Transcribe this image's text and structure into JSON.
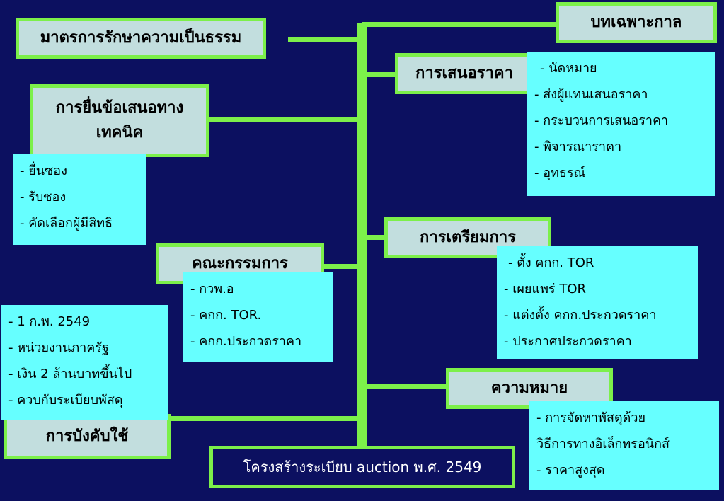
{
  "diagram": {
    "title": "โครงสร้างระเบียบ auction พ.ศ. 2549",
    "nodes": {
      "fairness": {
        "label": "มาตรการรักษาความเป็นธรรม"
      },
      "transitional": {
        "label": "บทเฉพาะกาล"
      },
      "bidding": {
        "label": "การเสนอราคา",
        "items": [
          "- นัดหมาย",
          "- ส่งผู้แทนเสนอราคา",
          "- กระบวนการเสนอราคา",
          "- พิจารณาราคา",
          "- อุทธรณ์"
        ]
      },
      "technical": {
        "label_line1": "การยื่นข้อเสนอทาง",
        "label_line2": "เทคนิค",
        "items": [
          "- ยื่นซอง",
          "- รับซอง",
          "- คัดเลือกผู้มีสิทธิ"
        ]
      },
      "preparation": {
        "label": "การเตรียมการ",
        "items": [
          "- ตั้ง คกก. TOR",
          "- เผยแพร่ TOR",
          "- แต่งตั้ง คกก.ประกวดราคา",
          "- ประกาศประกวดราคา"
        ]
      },
      "committee": {
        "label": "คณะกรรมการ",
        "items": [
          "- กวพ.อ",
          "- คกก. TOR.",
          "- คกก.ประกวดราคา"
        ]
      },
      "enforcement": {
        "label": "การบังคับใช้",
        "items": [
          "- 1 ก.พ. 2549",
          "- หน่วยงานภาครัฐ",
          "- เงิน 2 ล้านบาทขึ้นไป",
          "- ควบกับระเบียบพัสดุ"
        ]
      },
      "meaning": {
        "label": "ความหมาย",
        "items": [
          "- การจัดหาพัสดุด้วย",
          "วิธีการทางอิเล็กทรอนิกส์",
          "- ราคาสูงสุด"
        ]
      }
    }
  }
}
